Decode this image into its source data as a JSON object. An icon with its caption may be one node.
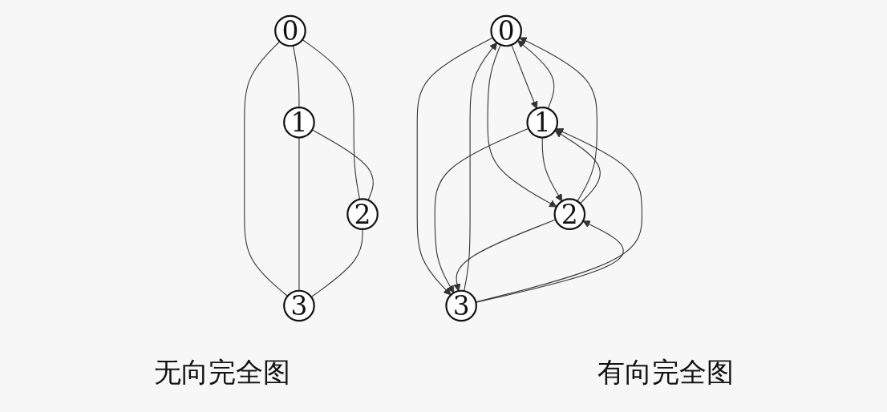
{
  "diagram": {
    "nodes": [
      {
        "text": [
          "0"
        ]
      },
      {
        "text": [
          "1"
        ]
      },
      {
        "text": [
          "3"
        ]
      },
      {
        "text": [
          "2"
        ]
      },
      {
        "text": [
          "0"
        ]
      },
      {
        "text": [
          "1"
        ]
      },
      {
        "text": [
          "2"
        ]
      },
      {
        "text": [
          "3"
        ]
      }
    ],
    "edges": [
      {
        "from": 0,
        "to": 1,
        "arrow": "none"
      },
      {
        "from": 0,
        "to": 2,
        "arrow": "none"
      },
      {
        "from": 0,
        "to": 3,
        "arrow": "none"
      },
      {
        "from": 1,
        "to": 2,
        "arrow": "none"
      },
      {
        "from": 1,
        "to": 3,
        "arrow": "none"
      },
      {
        "from": 3,
        "to": 2,
        "arrow": "none"
      },
      {
        "from": 4,
        "to": 5,
        "arrow": "to"
      },
      {
        "from": 5,
        "to": 4,
        "arrow": "to"
      },
      {
        "from": 4,
        "to": 6,
        "arrow": "to"
      },
      {
        "from": 6,
        "to": 4,
        "arrow": "to"
      },
      {
        "from": 4,
        "to": 7,
        "arrow": "to"
      },
      {
        "from": 7,
        "to": 4,
        "arrow": "to"
      },
      {
        "from": 5,
        "to": 6,
        "arrow": "to"
      },
      {
        "from": 6,
        "to": 5,
        "arrow": "to"
      },
      {
        "from": 5,
        "to": 7,
        "arrow": "to"
      },
      {
        "from": 7,
        "to": 5,
        "arrow": "to"
      },
      {
        "from": 6,
        "to": 7,
        "arrow": "to"
      },
      {
        "from": 7,
        "to": 6,
        "arrow": "to"
      }
    ],
    "labels": [
      "无向完全图",
      "有向完全图"
    ]
  }
}
